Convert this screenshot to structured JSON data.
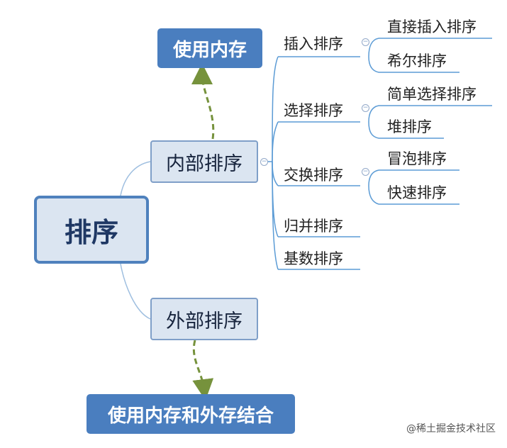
{
  "root": {
    "label": "排序"
  },
  "internal": {
    "label": "内部排序",
    "note": "使用内存",
    "groups": [
      {
        "label": "插入排序",
        "children": [
          "直接插入排序",
          "希尔排序"
        ]
      },
      {
        "label": "选择排序",
        "children": [
          "简单选择排序",
          "堆排序"
        ]
      },
      {
        "label": "交换排序",
        "children": [
          "冒泡排序",
          "快速排序"
        ]
      },
      {
        "label": "归并排序",
        "children": []
      },
      {
        "label": "基数排序",
        "children": []
      }
    ]
  },
  "external": {
    "label": "外部排序",
    "note": "使用内存和外存结合"
  },
  "colors": {
    "accent": "#4a7ebf",
    "node_fill": "#dbe5f1",
    "connector": "#5b9bd5",
    "arrow": "#76923c"
  },
  "watermark": "@稀土掘金技术社区"
}
